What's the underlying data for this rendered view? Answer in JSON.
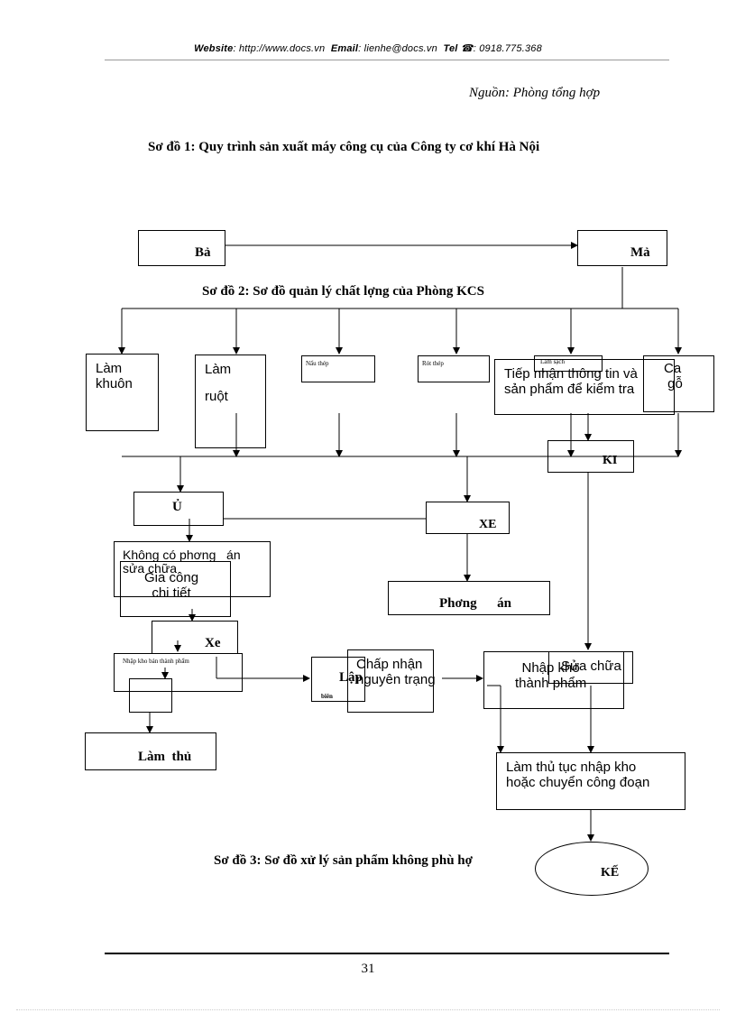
{
  "header": {
    "website_label": "Website",
    "website_value": ": http://www.docs.vn",
    "email_label": "Email",
    "email_value": ": lienhe@docs.vn",
    "tel_label": "Tel",
    "tel_icon": "phone-icon",
    "tel_value": ": 0918.775.368"
  },
  "source_note": "Nguồn: Phòng tổng hợp",
  "titles": {
    "so_do_1": "Sơ đồ 1: Quy trình sản xuất máy công cụ của Công ty cơ khí Hà Nội",
    "so_do_2": "Sơ đồ 2: Sơ đồ quản lý chất lợng    của Phòng KCS",
    "so_do_3": "Sơ đồ 3: Sơ đồ xử lý sản phẩm không phù hợ"
  },
  "boxes": {
    "ba": "Bả",
    "ma": "Mả",
    "lam_khuon": "Làm\nkhuôn",
    "lam_ruot_1": "Làm",
    "lam_ruot_2": "ruột",
    "nau_thep": "Nấu thép",
    "rot_thep": "Rót thép",
    "lam_sach": "Làm sạch",
    "tiep_nhan": "Tiếp nhận thông tin và\nsản phẩm để kiểm tra",
    "ca_go": "Ca\n gỗ",
    "ki": "KI",
    "u": "Ủ",
    "xe_1": "XE",
    "khong_co_phuong_an": "Không có phơng   án\nsửa chữa",
    "gia_cong": "Gia công\nchi tiết",
    "phuong_an": "Phơng      án",
    "xe_2": "Xe",
    "nhap_kho_ban": "Nhập kho bán thành phẩm",
    "chap_nhan": "Chấp nhận\nnguyên trạng",
    "lap": "Lập",
    "bien": "biên",
    "sua_chua": "Sửa chữa",
    "nhap_kho_thanh_pham": "Nhập kho\nthành phẩm",
    "lam_thu_1": "Làm  thủ",
    "lam_thu_tuc": "Làm thủ tục nhập kho\nhoặc chuyển công đoạn",
    "ke": "KẾ"
  },
  "page_number": "31"
}
